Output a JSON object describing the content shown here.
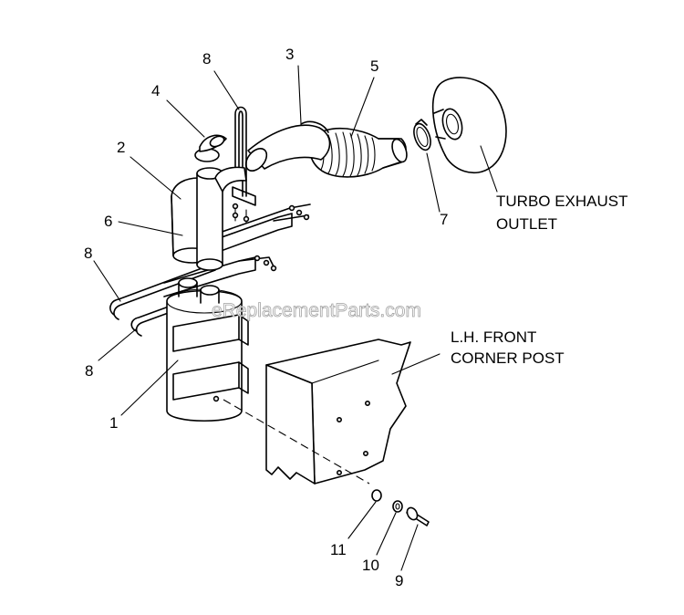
{
  "watermark": "eReplacementParts.com",
  "labels": {
    "turbo_line1": "TURBO EXHAUST",
    "turbo_line2": "OUTLET",
    "post_line1": "L.H. FRONT",
    "post_line2": "CORNER POST"
  },
  "callouts": {
    "c1": "1",
    "c2": "2",
    "c3": "3",
    "c4": "4",
    "c5": "5",
    "c6": "6",
    "c7": "7",
    "c8a": "8",
    "c8b": "8",
    "c8c": "8",
    "c9": "9",
    "c10": "10",
    "c11": "11"
  }
}
